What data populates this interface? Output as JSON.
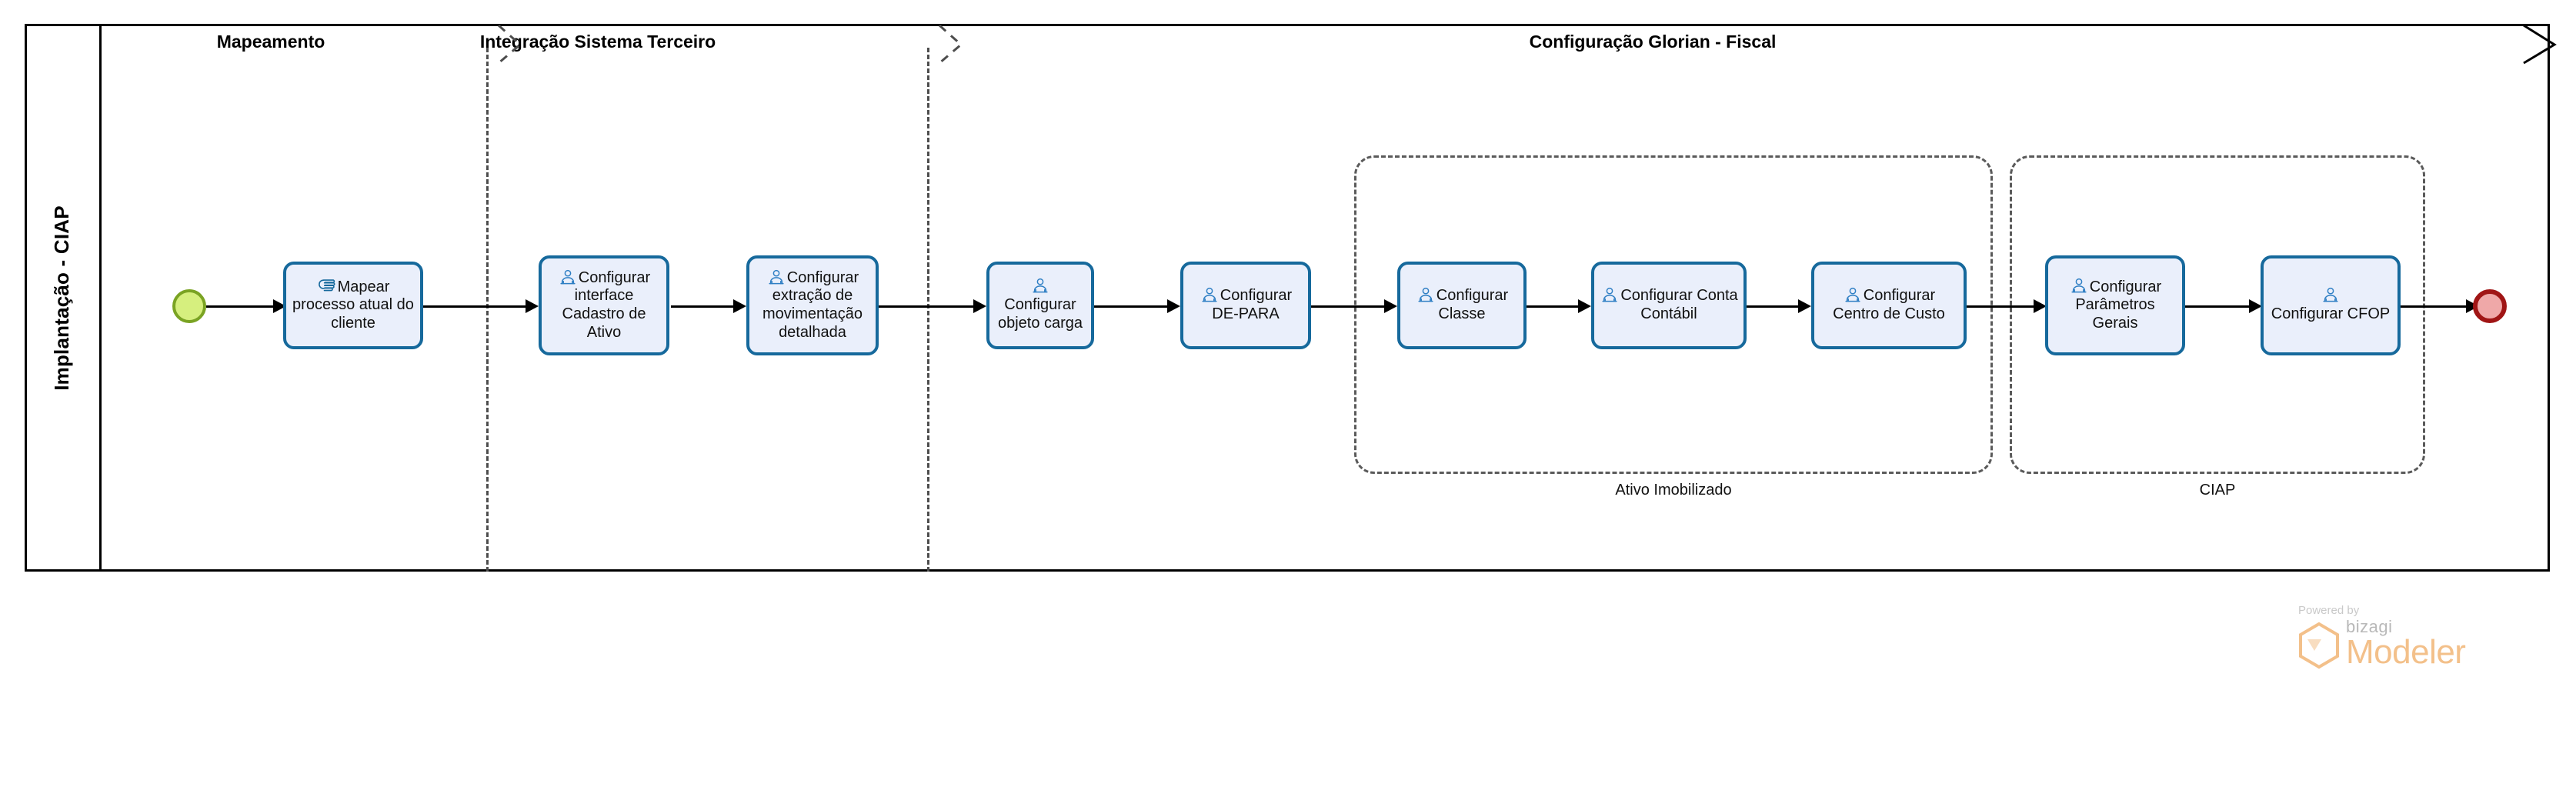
{
  "diagram": {
    "type": "bpmn-process",
    "tool": "Bizagi Modeler",
    "pool": {
      "lane_label": "Implantação - CIAP"
    },
    "phases": [
      {
        "name": "phase-mapeamento",
        "label": "Mapeamento"
      },
      {
        "name": "phase-integracao",
        "label": "Integração Sistema Terceiro"
      },
      {
        "name": "phase-configuracao",
        "label": "Configuração Glorian - Fiscal"
      }
    ],
    "groups": [
      {
        "name": "group-ativo-imobilizado",
        "label": "Ativo Imobilizado"
      },
      {
        "name": "group-ciap",
        "label": "CIAP"
      }
    ],
    "events": [
      {
        "name": "start-event",
        "type": "start",
        "label": "",
        "color": "#d6ef7e",
        "border": "#7aa323"
      },
      {
        "name": "end-event",
        "type": "end",
        "label": "",
        "color": "#efa8a8",
        "border": "#a01515"
      }
    ],
    "tasks": [
      {
        "id": "t1",
        "label": "Mapear processo atual do cliente",
        "icon": "manual-task-hand-icon",
        "type": "manual"
      },
      {
        "id": "t2",
        "label": "Configurar interface Cadastro de Ativo",
        "icon": "user-task-person-icon",
        "type": "user"
      },
      {
        "id": "t3",
        "label": "Configurar extração de movimentação detalhada",
        "icon": "user-task-person-icon",
        "type": "user"
      },
      {
        "id": "t4",
        "label": "Configurar objeto carga",
        "icon": "user-task-person-icon",
        "type": "user"
      },
      {
        "id": "t5",
        "label": "Configurar DE-PARA",
        "icon": "user-task-person-icon",
        "type": "user"
      },
      {
        "id": "t6",
        "label": "Configurar Classe",
        "icon": "user-task-person-icon",
        "type": "user"
      },
      {
        "id": "t7",
        "label": "Configurar Conta Contábil",
        "icon": "user-task-person-icon",
        "type": "user"
      },
      {
        "id": "t8",
        "label": "Configurar Centro de Custo",
        "icon": "user-task-person-icon",
        "type": "user"
      },
      {
        "id": "t9",
        "label": "Configurar Parâmetros Gerais",
        "icon": "user-task-person-icon",
        "type": "user"
      },
      {
        "id": "t10",
        "label": "Configurar CFOP",
        "icon": "user-task-person-icon",
        "type": "user"
      }
    ],
    "colors": {
      "task_fill": "#eaeffb",
      "task_border": "#16699c",
      "pool_border": "#000000",
      "group_border": "#5a5a5a",
      "flow": "#000000"
    }
  },
  "branding": {
    "powered_by": "Powered by",
    "brand": "bizagi",
    "product": "Modeler"
  }
}
